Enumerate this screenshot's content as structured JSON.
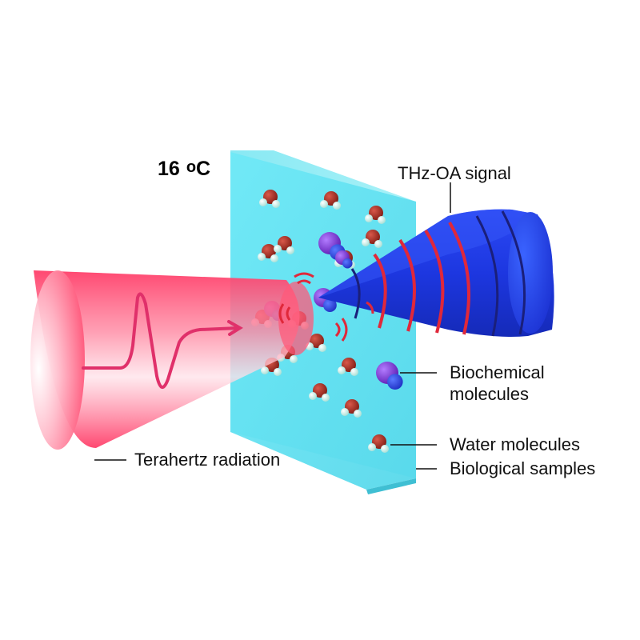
{
  "temperature": {
    "value": "16",
    "unit_o": "o",
    "unit_c": "C"
  },
  "labels": {
    "thz_oa_signal": "THz-OA signal",
    "biochemical_line1": "Biochemical",
    "biochemical_line2": "molecules",
    "water_molecules": "Water molecules",
    "biological_samples": "Biological samples",
    "terahertz_radiation": "Terahertz radiation"
  },
  "colors": {
    "sample_block": "#5fe3f2",
    "sample_block_edge": "#44c8dc",
    "thz_beam": "#ff5a7a",
    "thz_waveform": "#e0306a",
    "oa_cone": "#1f3ee8",
    "oa_wave_red": "#e0283a",
    "oa_wave_navy": "#1a1f7a",
    "water_oxygen": "#a3271c",
    "water_hydrogen": "#c9f1ea",
    "biomolecule": "#7a2fd0"
  },
  "icons": [
    "sample-block",
    "terahertz-beam-icon",
    "oa-signal-cone-icon",
    "water-molecule-icon",
    "biochemical-molecule-icon",
    "acoustic-wave-icon"
  ]
}
